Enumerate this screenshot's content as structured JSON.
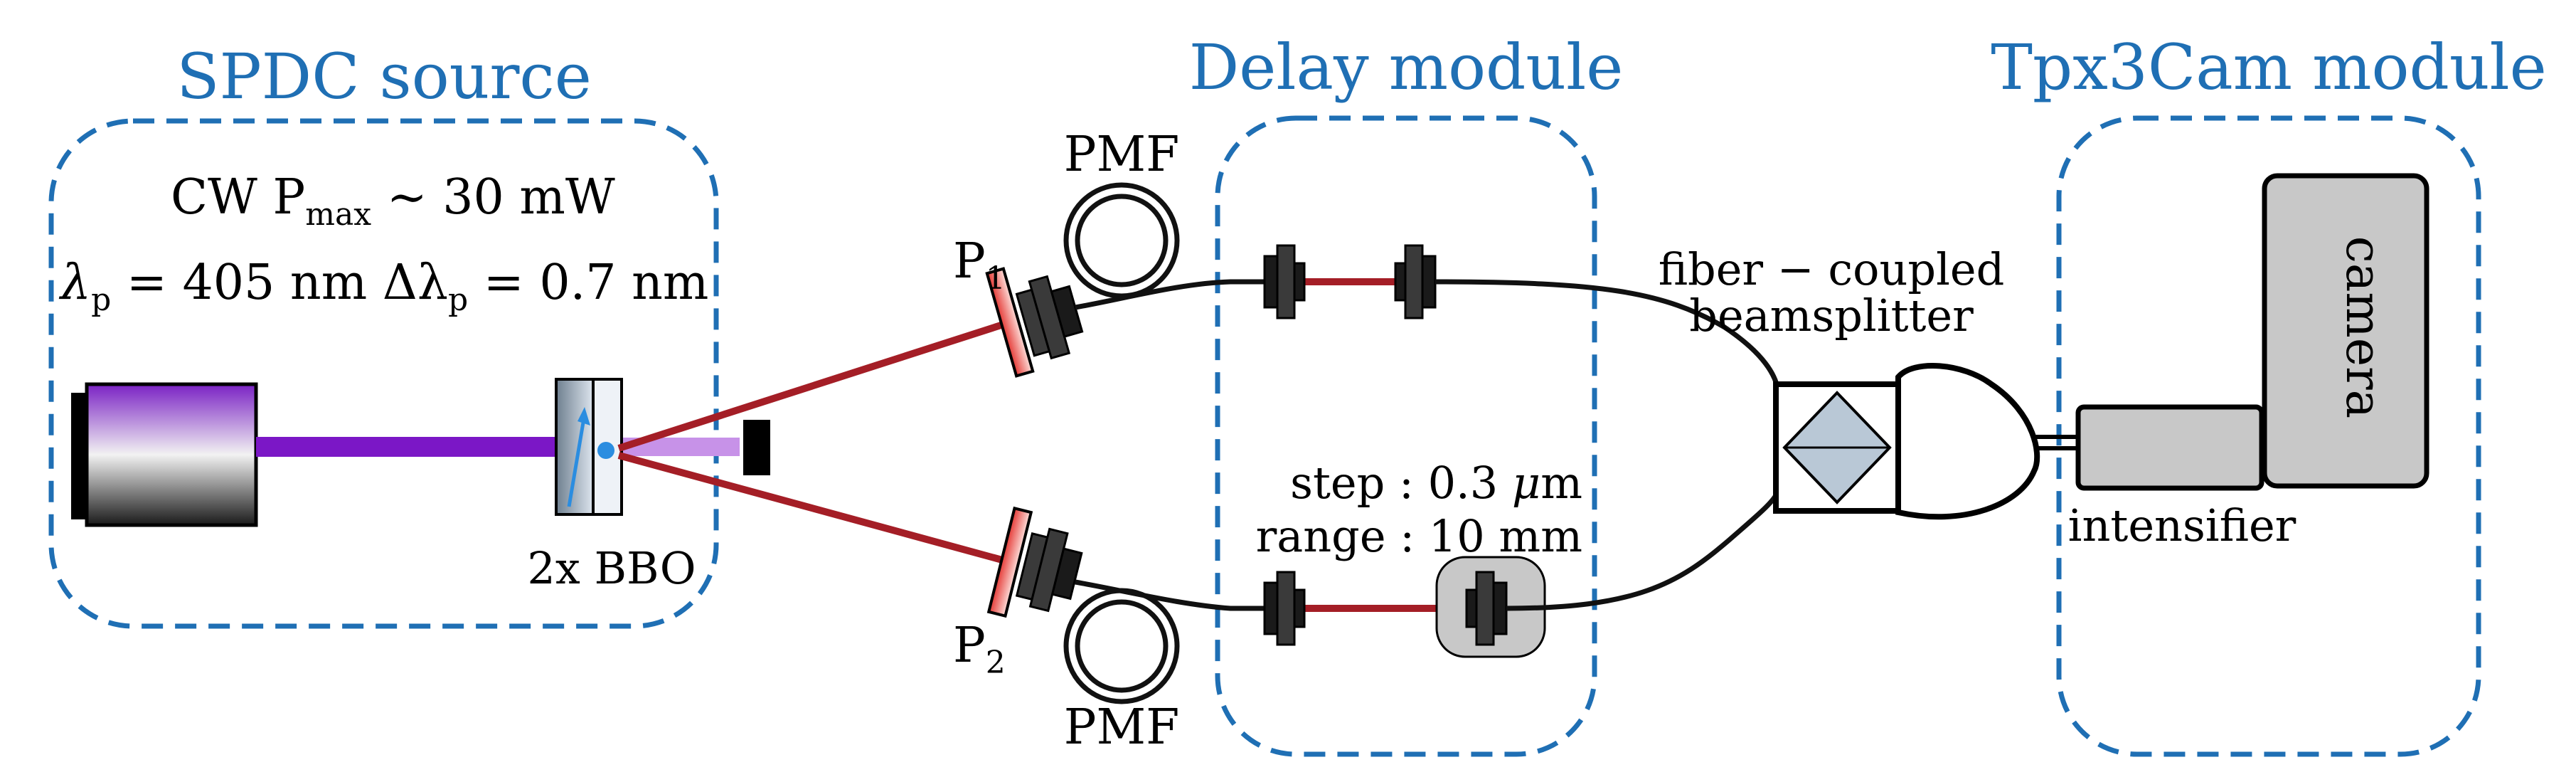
{
  "modules": {
    "spdc": "SPDC source",
    "delay": "Delay module",
    "tpx3": "Tpx3Cam module"
  },
  "pump": {
    "power_prefix": "CW P",
    "power_sub": "max",
    "power_suffix": " ∼ 30 mW",
    "lambda_sym": "λ",
    "lambda_sub": "p",
    "lambda_value": " = 405 nm Δλ",
    "delta_sub": "p",
    "delta_value": " = 0.7 nm"
  },
  "crystal_label": "2x BBO",
  "polarizers": {
    "p1_letter": "P",
    "p1_sub": "1",
    "p2_letter": "P",
    "p2_sub": "2"
  },
  "fiber_top_label": "PMF",
  "fiber_bottom_label": "PMF",
  "stage": {
    "step_prefix": "step : 0.3 ",
    "step_unit_mu": "μ",
    "step_unit": "m",
    "range": "range : 10 mm"
  },
  "beamsplitter": {
    "line1": "fiber − coupled",
    "line2": "beamsplitter"
  },
  "camera_label": "camera",
  "intensifier_label": "intensifier",
  "colors": {
    "module_border": "#1f6fb4",
    "signal_beam": "#a41e26",
    "pump_beam": "#7b17c6"
  }
}
